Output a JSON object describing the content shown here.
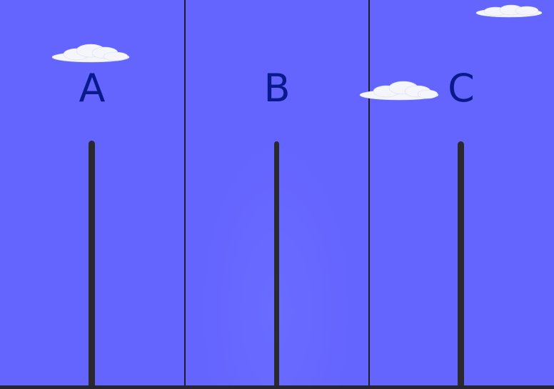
{
  "colors": {
    "sky": "#6464ff",
    "label": "#0b1a8a",
    "peg": "#2a2a2e",
    "divider": "#1b1b2a",
    "base": "#262630",
    "cloud": "#f4f6fb"
  },
  "pegs": [
    {
      "label": "A"
    },
    {
      "label": "B"
    },
    {
      "label": "C"
    }
  ]
}
